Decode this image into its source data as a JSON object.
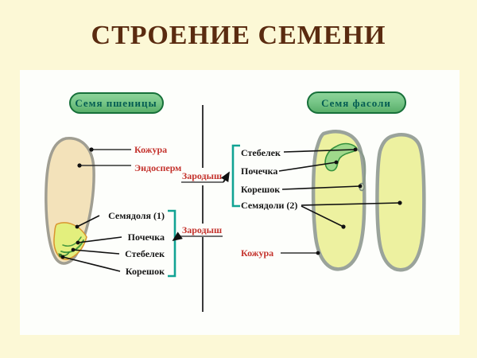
{
  "title": "СТРОЕНИЕ СЕМЕНИ",
  "colors": {
    "background": "#fcf8d6",
    "panel": "#fdfefb",
    "title_text": "#5a2b10",
    "red_label": "#c4322c",
    "black_label": "#161616",
    "bracket_teal": "#12a394",
    "badge_border": "#17703a",
    "badge_fill_top": "#8fd49b",
    "badge_fill_bottom": "#57ad68",
    "badge_text": "#035c52",
    "wheat_seed_fill": "#f3e2ba",
    "wheat_embryo_fill": "#e3ef7d",
    "embryo_boundary_orange": "#d9952f",
    "cotyledon_fill": "#edf1a0",
    "seed_outline_gray": "#9aa39b",
    "embryo_green": "#9fd98b"
  },
  "wheat": {
    "badge": "Семя пшеницы",
    "kozhura": "Кожура",
    "endosperm": "Эндосперм",
    "semyadolya": "Семядоля (1)",
    "pochechka": "Почечка",
    "stebelek": "Стебелек",
    "koreshok": "Корешок",
    "zarodysh": "Зародыш"
  },
  "bean": {
    "badge": "Семя фасоли",
    "stebelek": "Стебелек",
    "pochechka": "Почечка",
    "koreshok": "Корешок",
    "semyadoli": "Семядоли (2)",
    "kozhura": "Кожура",
    "zarodysh": "Зародыш"
  }
}
